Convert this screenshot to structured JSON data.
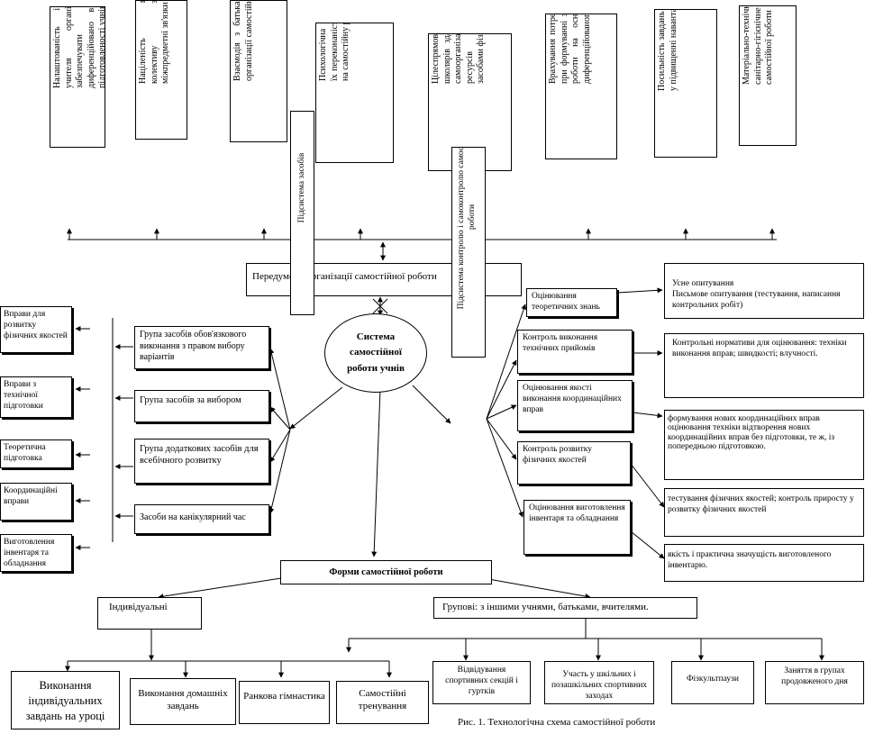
{
  "top_boxes": [
    "Налаштованість і готовність учителя організувати і забезпечувати самостійну диференційовано відповідно до підготовленості учнів",
    "Націленість педагогічного колективу забезпечувати міжпредметні зв'язки",
    "Взаємодія з батьками в процесі організації самостійної роботи",
    "Психологічна готовність учнів та їх переконаність й налаштованість на самостійну роботу",
    "Цілеспрямоване формування у школярів здатності до пізнання, самоорганізації, щодо вивчення ресурсів свого організму засобами фізичної культури",
    "Врахування потреб, інтересів учнів при формуванні змісту самостійної роботи на основі особистісно-диференційованого підходу",
    "Посильність завдань та поступовість у підвищенні навантаження",
    "Матеріально-технічне та санітарно-гігієнічне забезпечення самостійної роботи"
  ],
  "subsystem_means": "Підсистема засобів",
  "subsystem_control": "Підсистема контролю і самоконтролю самостійної роботи",
  "preconditions": "Передумови організації самостійної роботи",
  "center": {
    "line1": "Система",
    "line2": "самостійної",
    "line3": "роботи учнів"
  },
  "means_groups": [
    "Група засобів обов'язкового виконання з правом вибору варіантів",
    "Група засобів за вибором",
    "Група додаткових засобів для всебічного розвитку",
    "Засоби на канікулярний час"
  ],
  "exercises": [
    "Вправи для розвитку фізичних якостей",
    "Вправи з технічної підготовки",
    "Теоретична підготовка",
    "Координаційні вправи",
    "Виготовлення інвентаря та обладнання"
  ],
  "control_items": [
    "Оцінювання теоретичних знань",
    "Контроль виконання технічних прийомів",
    "Оцінювання якості виконання координаційних вправ",
    "Контроль розвитку фізичних якостей",
    "Оцінювання виготовлення інвентаря та обладнання"
  ],
  "control_details": [
    "Усне опитування\nПисьмове опитування (тестування, написання контрольних робіт)",
    "Контрольні нормативи для оцінювання: техніки виконання вправ; швидкості; влучності.",
    "формування нових координаційних вправ оцінювання техніки відтворення нових координаційних вправ без підготовки, те ж, із попередньою підготовкою.",
    "тестування фізичних якостей; контроль приросту у розвитку фізичних якостей",
    "якість і практична значущість виготовленого інвентарю."
  ],
  "forms": "Форми самостійної роботи",
  "individual": "Індивідуальні",
  "group": "Групові: з іншими учнями, батьками, вчителями.",
  "individual_forms": [
    "Виконання індивідуальних завдань на уроці",
    "Виконання домашніх завдань",
    "Ранкова гімнастика",
    "Самостійні тренування"
  ],
  "group_forms": [
    "Відвідування спортивних секцій і гуртків",
    "Участь у шкільних і позашкільних спортивних заходах",
    "Фізкультпаузи",
    "Заняття в групах продовженого дня"
  ],
  "caption": "Рис. 1. Технологічна схема самостійної роботи"
}
